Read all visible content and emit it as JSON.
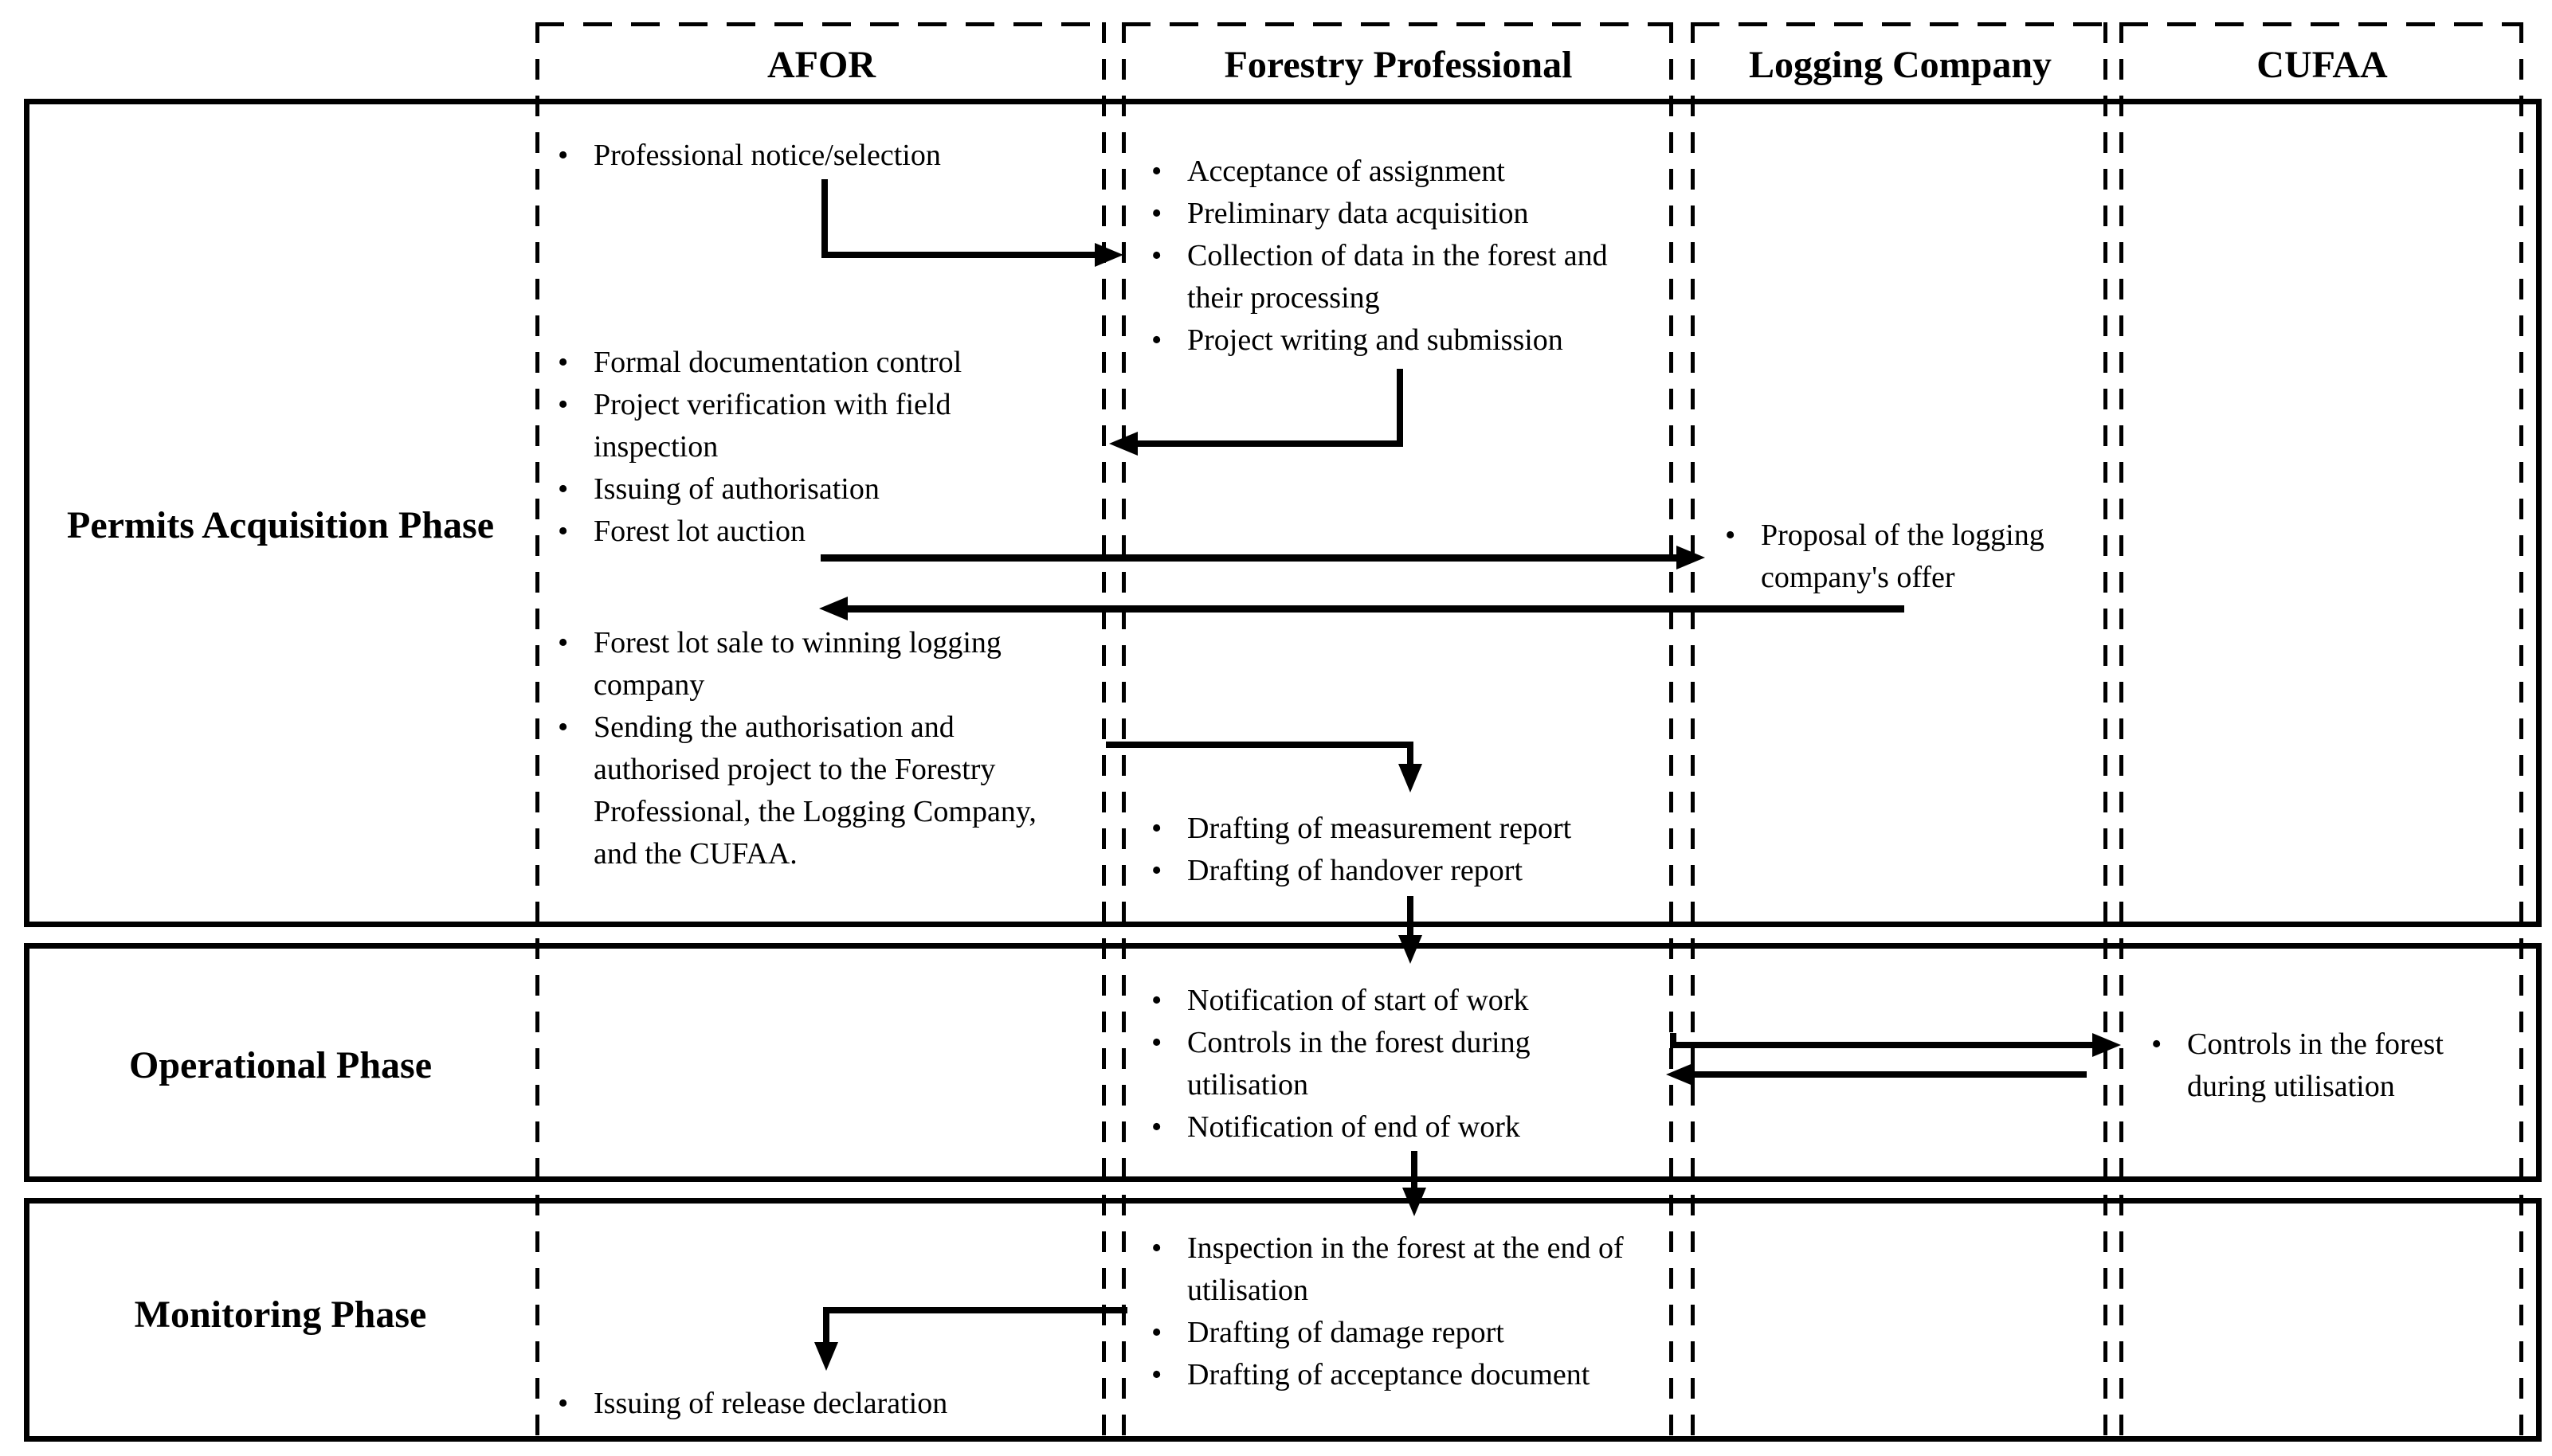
{
  "colors": {
    "ink": "#000000",
    "paper": "#ffffff"
  },
  "columns": [
    {
      "id": "afor",
      "label": "AFOR"
    },
    {
      "id": "forestry_professional",
      "label": "Forestry Professional"
    },
    {
      "id": "logging_company",
      "label": "Logging Company"
    },
    {
      "id": "cufaa",
      "label": "CUFAA"
    }
  ],
  "phases": [
    {
      "id": "permits",
      "label": "Permits Acquisition Phase"
    },
    {
      "id": "operational",
      "label": "Operational Phase"
    },
    {
      "id": "monitoring",
      "label": "Monitoring Phase"
    }
  ],
  "blocks": {
    "afor_notice": {
      "items": [
        "Professional notice/selection"
      ]
    },
    "afor_controls": {
      "items": [
        "Formal documentation control",
        "Project verification with field inspection",
        "Issuing of authorisation",
        "Forest lot auction"
      ]
    },
    "afor_sale": {
      "items": [
        "Forest lot sale to winning logging company",
        "Sending the authorisation and authorised project to the Forestry Professional, the Logging Company, and the CUFAA."
      ]
    },
    "afor_release": {
      "items": [
        "Issuing of release declaration"
      ]
    },
    "fp_assignment": {
      "items": [
        "Acceptance of assignment",
        "Preliminary data acquisition",
        "Collection of data in the forest and their processing",
        "Project writing and submission"
      ]
    },
    "fp_drafting": {
      "items": [
        "Drafting of measurement report",
        "Drafting of handover report"
      ]
    },
    "fp_operational": {
      "items": [
        "Notification of start of work",
        "Controls in the forest during utilisation",
        "Notification of end of work"
      ]
    },
    "fp_monitoring": {
      "items": [
        "Inspection in the forest at the end of utilisation",
        "Drafting of damage report",
        "Drafting of acceptance document"
      ]
    },
    "logging_proposal": {
      "items": [
        "Proposal of the logging company's offer"
      ]
    },
    "cufaa_controls": {
      "items": [
        "Controls in the forest during utilisation"
      ]
    }
  }
}
